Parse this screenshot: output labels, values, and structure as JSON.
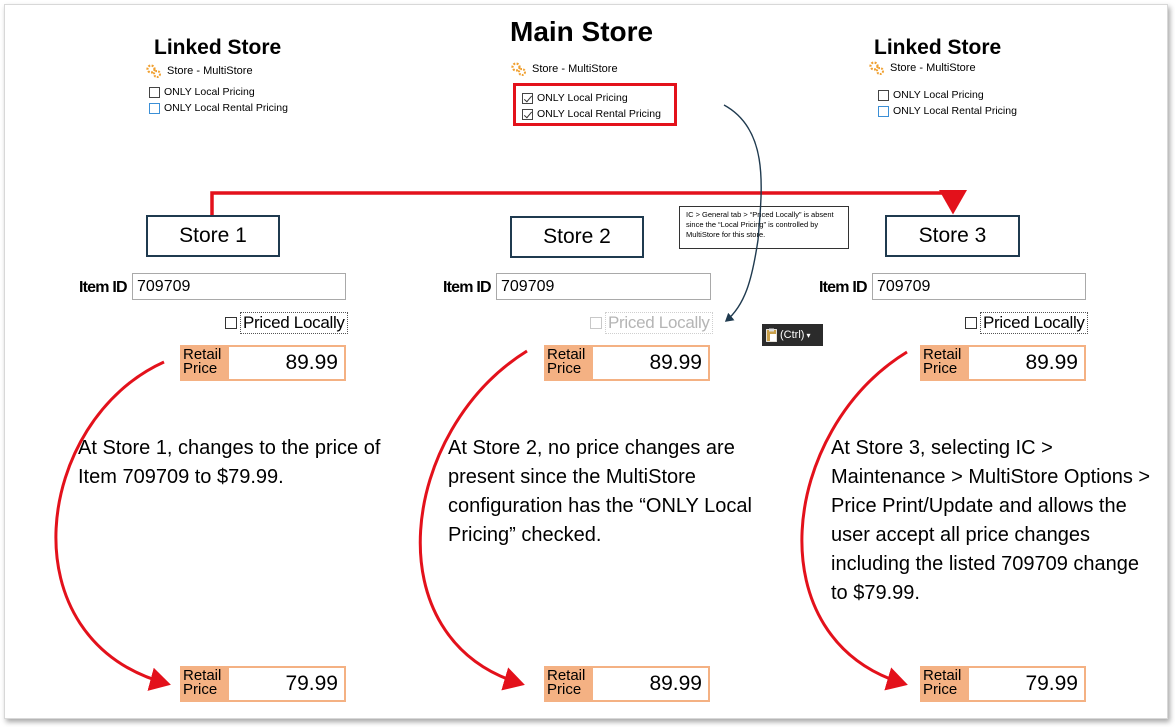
{
  "panels": {
    "left": {
      "title": "Linked Store",
      "multistore_label": "Store - MultiStore",
      "options": [
        {
          "label": "ONLY Local Pricing",
          "checked": false
        },
        {
          "label": "ONLY Local Rental Pricing",
          "checked": false
        }
      ]
    },
    "main": {
      "title": "Main Store",
      "multistore_label": "Store - MultiStore",
      "options": [
        {
          "label": "ONLY Local Pricing",
          "checked": true
        },
        {
          "label": "ONLY Local Rental Pricing",
          "checked": true
        }
      ]
    },
    "right": {
      "title": "Linked Store",
      "multistore_label": "Store - MultiStore",
      "options": [
        {
          "label": "ONLY Local Pricing",
          "checked": false
        },
        {
          "label": "ONLY Local Rental Pricing",
          "checked": false
        }
      ]
    }
  },
  "callout": "IC > General tab > “Priced Locally” is absent since the “Local Pricing” is controlled by MultiStore for this store.",
  "paste_badge": "(Ctrl)",
  "stores": [
    {
      "name": "Store 1",
      "item_label": "Item ID",
      "item_id": "709709",
      "priced_locally": "Priced Locally",
      "retail_label_1": "Retail",
      "retail_label_2": "Price",
      "price_before": "89.99",
      "price_after": "79.99",
      "text": "At Store 1, changes to the price of Item 709709 to $79.99."
    },
    {
      "name": "Store 2",
      "item_label": "Item ID",
      "item_id": "709709",
      "priced_locally": "Priced Locally",
      "retail_label_1": "Retail",
      "retail_label_2": "Price",
      "price_before": "89.99",
      "price_after": "89.99",
      "text": "At Store 2, no price changes are present since the MultiStore configuration has the “ONLY Local Pricing” checked."
    },
    {
      "name": "Store 3",
      "item_label": "Item ID",
      "item_id": "709709",
      "priced_locally": "Priced Locally",
      "retail_label_1": "Retail",
      "retail_label_2": "Price",
      "price_before": "89.99",
      "price_after": "79.99",
      "text": "At Store 3, selecting IC > Maintenance > MultiStore Options > Price Print/Update and allows the user accept all price changes including the listed 709709 change to $79.99."
    }
  ],
  "colors": {
    "red_arrow": "#e3111b",
    "price_fill": "#f4b183",
    "store_border": "#1f3a4f",
    "gear": "#f0a030"
  }
}
